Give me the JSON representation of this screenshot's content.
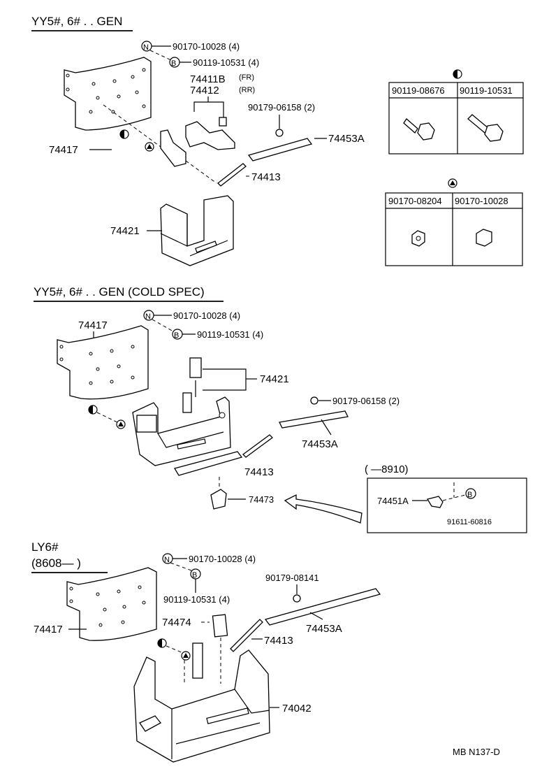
{
  "sections": {
    "s1": {
      "title": "YY5#, 6# . . GEN"
    },
    "s2": {
      "title": "YY5#, 6# . . GEN (COLD SPEC)"
    },
    "s3": {
      "title_line1": "LY6#",
      "title_line2": "(8608—        )"
    }
  },
  "symbols": {
    "n": "N",
    "b": "B"
  },
  "labels": {
    "s1_nut": "90170-10028 (4)",
    "s1_bolt": "90119-10531 (4)",
    "s1_74411b": "74411B",
    "s1_fr": "(FR)",
    "s1_74412": "74412",
    "s1_rr": "(RR)",
    "s1_clip": "90179-06158 (2)",
    "s1_74417": "74417",
    "s1_74453a": "74453A",
    "s1_74413": "74413",
    "s1_74421": "74421",
    "s2_nut": "90170-10028 (4)",
    "s2_bolt": "90119-10531 (4)",
    "s2_74417": "74417",
    "s2_74421": "74421",
    "s2_clip": "90179-06158 (2)",
    "s2_74453a": "74453A",
    "s2_74413": "74413",
    "s2_74473": "74473",
    "s3_nut": "90170-10028 (4)",
    "s3_bolt": "90119-10531 (4)",
    "s3_clip": "90179-08141",
    "s3_74417": "74417",
    "s3_74474": "74474",
    "s3_74453a": "74453A",
    "s3_74413": "74413",
    "s3_74042": "74042"
  },
  "tables": {
    "bolts": {
      "col1": "90119-08676",
      "col2": "90119-10531"
    },
    "nuts": {
      "col1": "90170-08204",
      "col2": "90170-10028"
    }
  },
  "inset": {
    "header": "(          —8910)",
    "part": "74451A",
    "bolt": "91611-60816"
  },
  "footer": {
    "code": "MB   N137-D"
  }
}
